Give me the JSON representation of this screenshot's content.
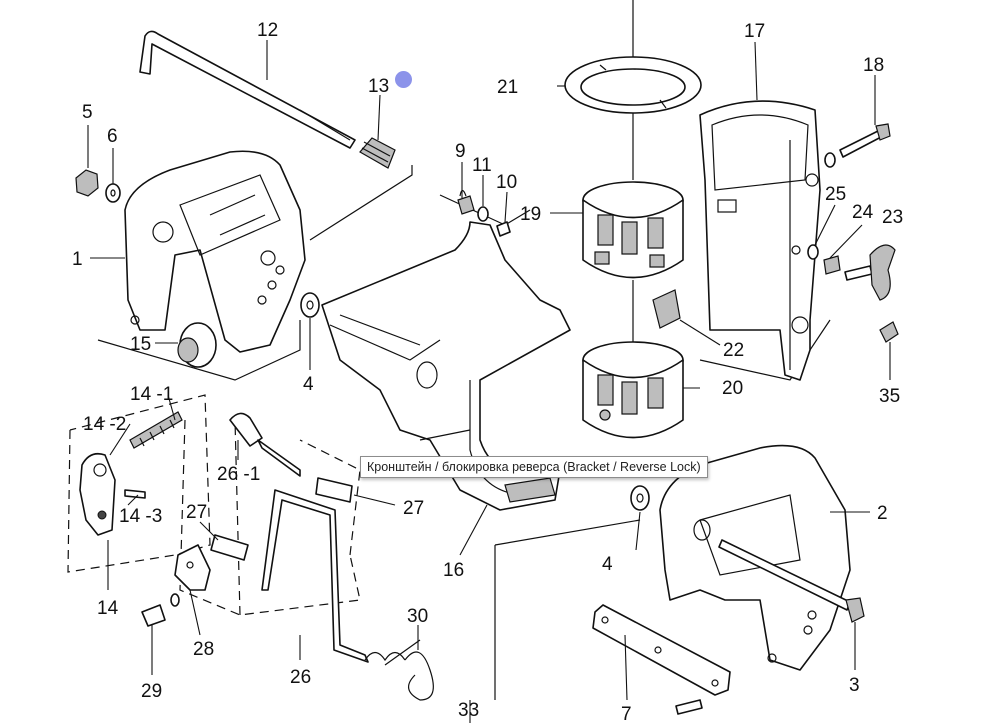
{
  "tooltip": {
    "text": "Кронштейн / блокировка реверса (Bracket / Reverse Lock)"
  },
  "callouts": {
    "n1": "1",
    "n2": "2",
    "n3": "3",
    "n4a": "4",
    "n4b": "4",
    "n5": "5",
    "n6": "6",
    "n7": "7",
    "n9": "9",
    "n10": "10",
    "n11": "11",
    "n12": "12",
    "n13": "13",
    "n14": "14",
    "n14_1": "14 -1",
    "n14_2": "14 -2",
    "n14_3": "14 -3",
    "n15": "15",
    "n16": "16",
    "n17": "17",
    "n18": "18",
    "n19": "19",
    "n20": "20",
    "n21": "21",
    "n22": "22",
    "n23": "23",
    "n24": "24",
    "n25": "25",
    "n26": "26",
    "n26_1": "26 -1",
    "n27a": "27",
    "n27b": "27",
    "n28": "28",
    "n29": "29",
    "n30": "30",
    "n33": "33",
    "n35": "35"
  },
  "colors": {
    "line": "#111111",
    "cursor": "#7f87e8",
    "tooltip_border": "#8c8c8c"
  }
}
